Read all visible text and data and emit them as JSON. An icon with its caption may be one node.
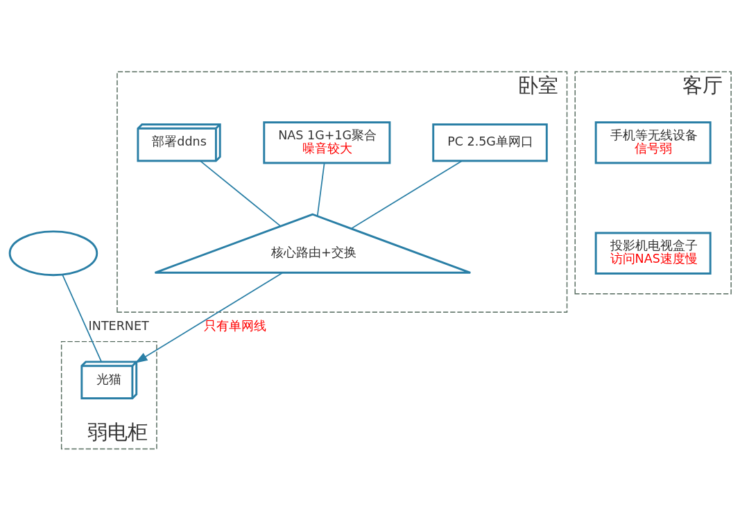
{
  "diagram": {
    "nodes": [
      {
        "text": [
          "弱电柜"
        ]
      },
      {
        "text": [],
        "shape": "cloud"
      },
      {
        "text": [
          "光猫"
        ],
        "in": 0
      },
      {
        "text": [
          "卧室"
        ]
      },
      {
        "text": [
          "PC 2.5G单网口"
        ],
        "in": 3
      },
      {
        "text": [
          "NAS 1G+1G聚合",
          "噪音较大"
        ],
        "in": 3
      },
      {
        "text": [
          "部署ddns"
        ],
        "in": 3
      },
      {
        "text": [
          "核心路由+交换"
        ],
        "in": 3
      },
      {
        "text": [
          "客厅"
        ]
      },
      {
        "text": [
          "手机等无线设备",
          "信号弱"
        ],
        "in": 8
      },
      {
        "text": [
          "投影机电视盒子",
          "访问NAS速度慢"
        ],
        "in": 8
      }
    ],
    "edges": [
      {
        "from": 1,
        "to": 2,
        "arrow": "none",
        "label": "INTERNET"
      },
      {
        "from": 7,
        "to": 2,
        "arrow": "to",
        "label": "只有单网线"
      },
      {
        "from": 4,
        "to": 7,
        "arrow": "none"
      },
      {
        "from": 5,
        "to": 7,
        "arrow": "none"
      },
      {
        "from": 6,
        "to": 7,
        "arrow": "none"
      }
    ]
  }
}
